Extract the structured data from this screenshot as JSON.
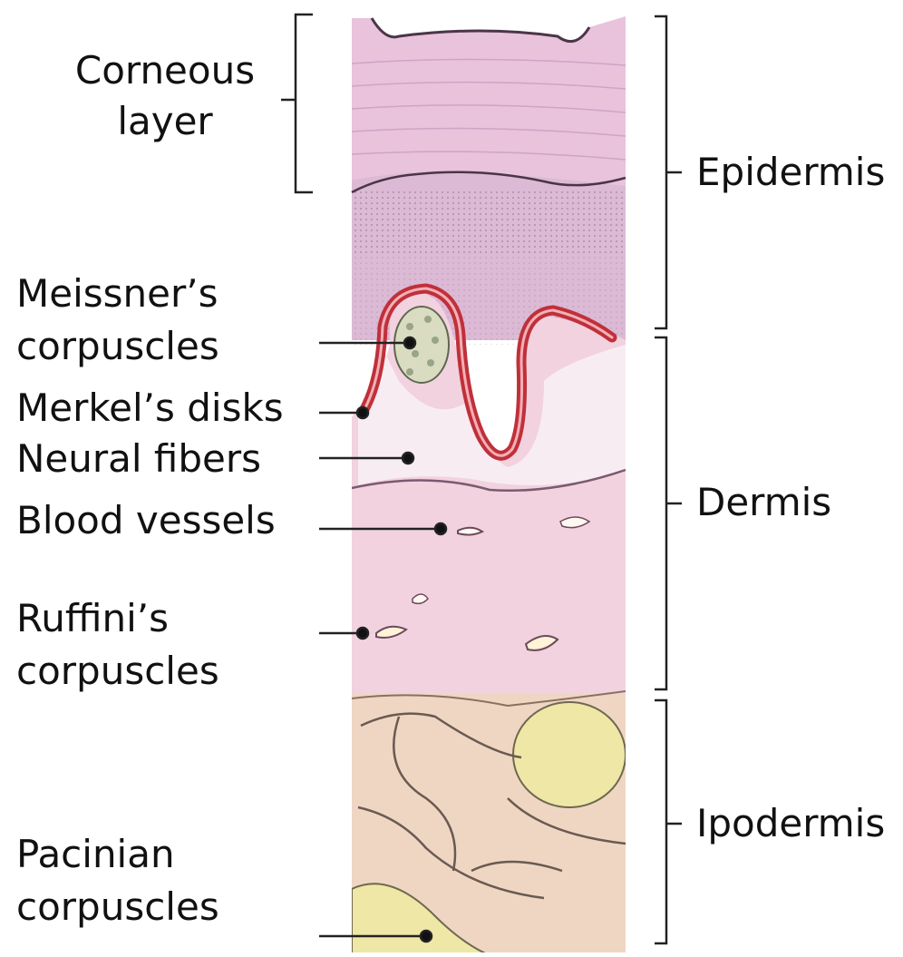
{
  "labels": {
    "corneous_line1": "Corneous",
    "corneous_line2": "layer",
    "meissner_line1": "Meissner’s",
    "meissner_line2": "corpuscles",
    "merkel": "Merkel’s disks",
    "neural": "Neural fibers",
    "blood": "Blood vessels",
    "ruffini_line1": "Ruffini’s",
    "ruffini_line2": "corpuscles",
    "pacinian_line1": "Pacinian",
    "pacinian_line2": "corpuscles",
    "epidermis": "Epidermis",
    "dermis": "Dermis",
    "ipodermis": "Ipodermis"
  },
  "colors": {
    "epidermis": "#e9c2dc",
    "stratum": "#d2b2cd",
    "dermis": "#f2d2df",
    "ipodermis": "#efd6c3",
    "fat": "#eee7a6",
    "capillary": "#c0303a",
    "ink": "#111111"
  }
}
